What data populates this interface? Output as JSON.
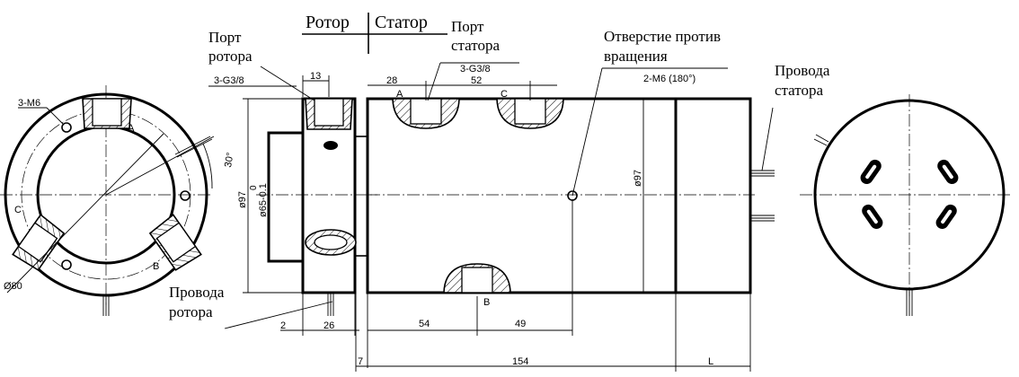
{
  "titles": {
    "rotor": "Ротор",
    "stator": "Статор"
  },
  "labels": {
    "rotor_port_1": "Порт",
    "rotor_port_2": "ротора",
    "stator_port_1": "Порт",
    "stator_port_2": "статора",
    "anti_rot_1": "Отверстие против",
    "anti_rot_2": "вращения",
    "stator_wires_1": "Провода",
    "stator_wires_2": "статора",
    "rotor_wires_1": "Провода",
    "rotor_wires_2": "ротора"
  },
  "callouts": {
    "rotor_thread": "3-G3/8",
    "stator_thread": "3-G3/8",
    "anti_rot_thread": "2-M6 (180°)",
    "mount_holes": "3-M6",
    "diam_80": "Ø80",
    "angle_30": "30°"
  },
  "ports": {
    "a": "A",
    "b": "B",
    "c": "C"
  },
  "dims": {
    "d13": "13",
    "d28": "28",
    "d52": "52",
    "d2": "2",
    "d26": "26",
    "d54": "54",
    "d49": "49",
    "d7": "7",
    "d154": "154",
    "dL": "L",
    "dia97_left": "ø97",
    "dia65_zero": "0",
    "dia65": "ø65-0.1",
    "dia97_right": "ø97"
  }
}
